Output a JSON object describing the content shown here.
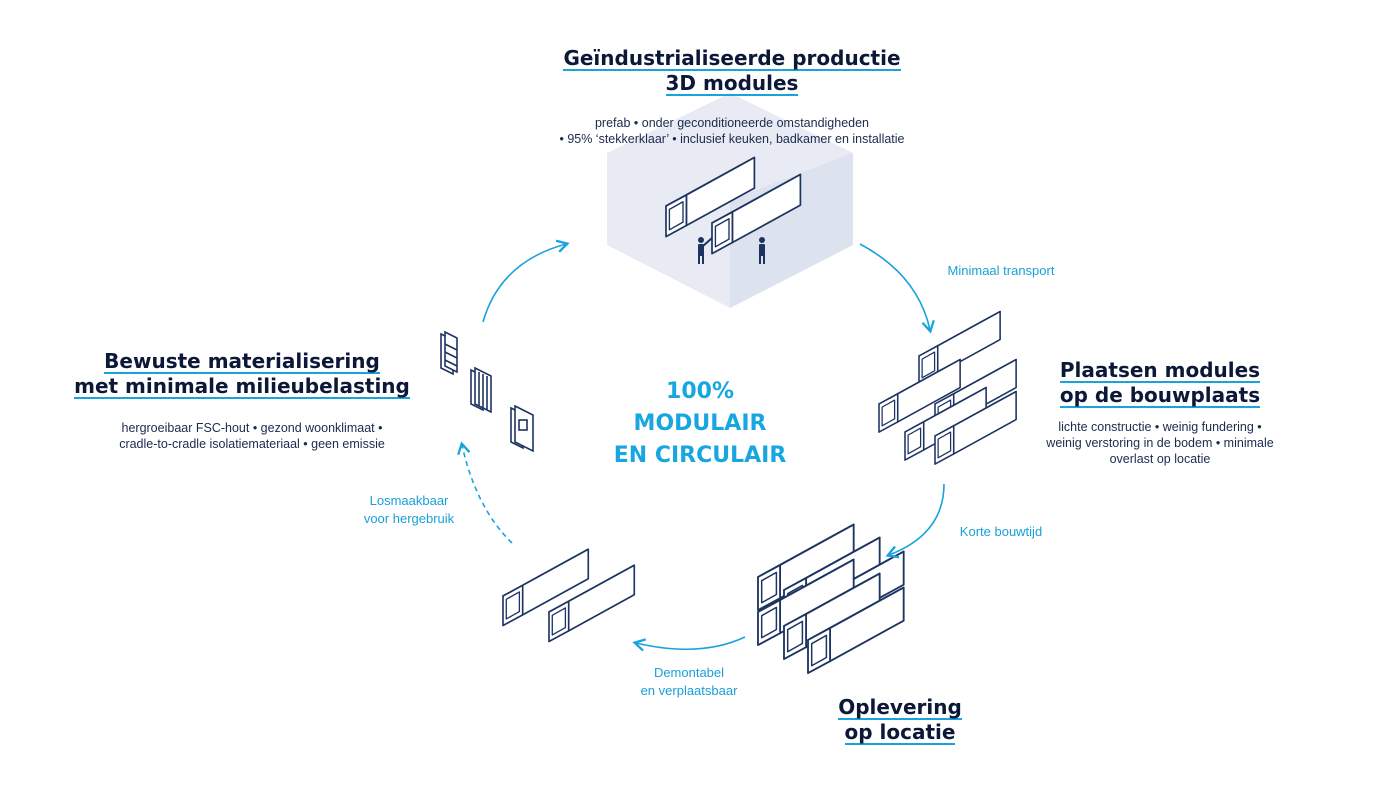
{
  "colors": {
    "accent": "#19a3dc",
    "navy": "#1d3461",
    "house": "#e8ebf4"
  },
  "center": {
    "line1": "100%",
    "line2": "MODULAIR",
    "line3": "EN CIRCULAIR"
  },
  "steps": {
    "production": {
      "title1": "Geïndustrialiseerde productie",
      "title2": "3D modules",
      "desc1": "prefab • onder geconditioneerde omstandigheden",
      "desc2": "• 95% ‘stekkerklaar’ • inclusief keuken, badkamer en installatie"
    },
    "placing": {
      "title1": "Plaatsen modules",
      "title2": "op de bouwplaats",
      "desc1": "lichte constructie • weinig fundering •",
      "desc2": "weinig verstoring in de bodem • minimale",
      "desc3": "overlast op locatie"
    },
    "delivery": {
      "title1": "Oplevering",
      "title2": "op locatie"
    },
    "materials": {
      "title1": "Bewuste materialisering",
      "title2": "met minimale milieubelasting",
      "desc1": "hergroeibaar FSC-hout • gezond woonklimaat •",
      "desc2": "cradle-to-cradle isolatiemateriaal • geen emissie"
    }
  },
  "flows": {
    "transport": "Minimaal transport",
    "build_time": "Korte bouwtijd",
    "demount1": "Demontabel",
    "demount2": "en verplaatsbaar",
    "reuse1": "Losmaakbaar",
    "reuse2": "voor hergebruik"
  }
}
